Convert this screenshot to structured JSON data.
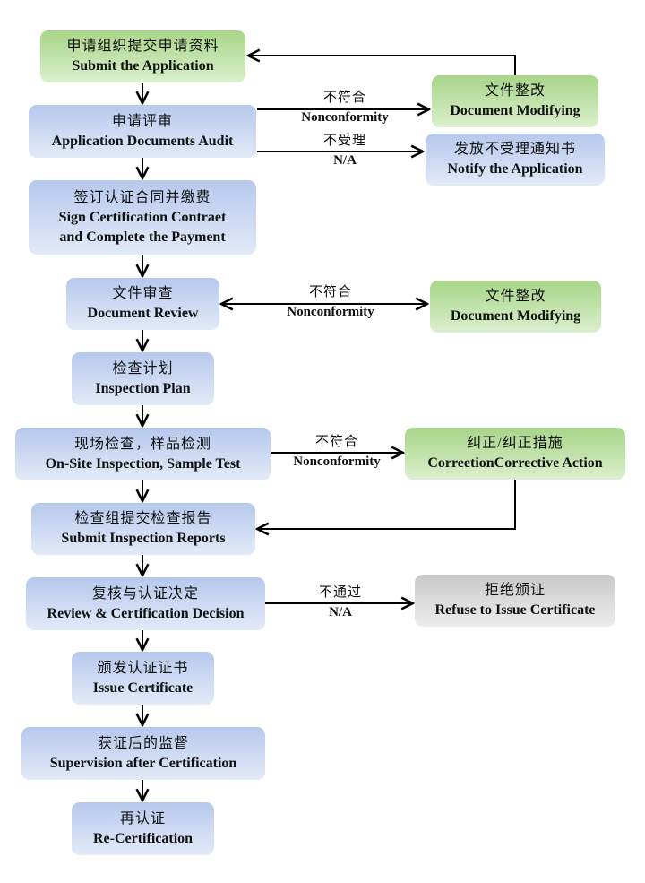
{
  "flowchart": {
    "main_steps": [
      {
        "zh": "申请组织提交申请资料",
        "en": "Submit the Application"
      },
      {
        "zh": "申请评审",
        "en": "Application Documents Audit"
      },
      {
        "zh": "签订认证合同并缴费",
        "en": "Sign Certification Contraet",
        "en2": "and Complete the Payment"
      },
      {
        "zh": "文件审查",
        "en": "Document Review"
      },
      {
        "zh": "检查计划",
        "en": "Inspection Plan"
      },
      {
        "zh": "现场检查，样品检测",
        "en": "On-Site Inspection, Sample Test"
      },
      {
        "zh": "检查组提交检查报告",
        "en": "Submit Inspection Reports"
      },
      {
        "zh": "复核与认证决定",
        "en": "Review & Certification Decision"
      },
      {
        "zh": "颁发认证证书",
        "en": "Issue Certificate"
      },
      {
        "zh": "获证后的监督",
        "en": "Supervision after Certification"
      },
      {
        "zh": "再认证",
        "en": "Re-Certification"
      }
    ],
    "side_steps": {
      "doc_modify_1": {
        "zh": "文件整改",
        "en": "Document Modifying"
      },
      "notify": {
        "zh": "发放不受理通知书",
        "en": "Notify the Application"
      },
      "doc_modify_2": {
        "zh": "文件整改",
        "en": "Document Modifying"
      },
      "corrective": {
        "zh": "纠正/纠正措施",
        "en": "CorreetionCorrective Action"
      },
      "refuse": {
        "zh": "拒绝颁证",
        "en": "Refuse to Issue Certificate"
      }
    },
    "edge_labels": {
      "audit_nonconf": {
        "zh": "不符合",
        "en": "Nonconformity"
      },
      "audit_na": {
        "zh": "不受理",
        "en": "N/A"
      },
      "review_nonconf": {
        "zh": "不符合",
        "en": "Nonconformity"
      },
      "onsite_nonconf": {
        "zh": "不符合",
        "en": "Nonconformity"
      },
      "decision_na": {
        "zh": "不通过",
        "en": "N/A"
      }
    },
    "colors": {
      "main_step": "#c6d5f0",
      "modify_step": "#b8dea0",
      "refuse_step": "#d8d8d8",
      "arrow": "#000000"
    }
  }
}
